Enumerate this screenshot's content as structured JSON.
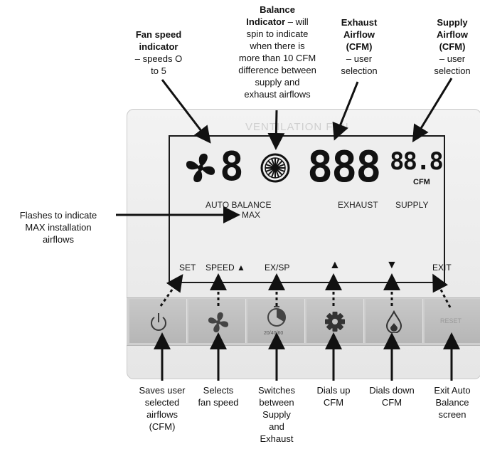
{
  "callouts": {
    "fan_speed": {
      "title_line1": "Fan speed",
      "title_line2": "indicator",
      "rest_line1": "– speeds O",
      "rest_line2": "to 5"
    },
    "balance": {
      "title_line1": "Balance",
      "title_line2": "Indicator",
      "rest_line2": " – will",
      "rest_line3": "spin to indicate",
      "rest_line4": "when there is",
      "rest_line5": "more than 10 CFM",
      "rest_line6": "difference between",
      "rest_line7": "supply and",
      "rest_line8": "exhaust airflows"
    },
    "exhaust": {
      "title_line1": "Exhaust",
      "title_line2": "Airflow",
      "title_line3": "(CFM)",
      "rest_line1": "– user",
      "rest_line2": "selection"
    },
    "supply": {
      "title_line1": "Supply",
      "title_line2": "Airflow",
      "title_line3": "(CFM)",
      "rest_line1": "– user",
      "rest_line2": "selection"
    },
    "max": {
      "line1": "Flashes to indicate",
      "line2": "MAX installation",
      "line3": "airflows"
    }
  },
  "device": {
    "panel_title": "VENTILATION FAN",
    "lcd": {
      "fan_digit": "8",
      "exhaust_digits": "888",
      "supply_digits": "88.8",
      "cfm_unit": "CFM",
      "auto_balance": "AUTO BALANCE",
      "max": "MAX",
      "exhaust_label": "EXHAUST",
      "supply_label": "SUPPLY"
    },
    "softkeys": [
      "SET",
      "SPEED ▲",
      "EX/SP",
      "▲",
      "▼",
      "EXIT"
    ],
    "buttons": {
      "timer_caption": "20/40/60",
      "reset_label": "RESET"
    }
  },
  "bottom_labels": {
    "save": {
      "line1": "Saves user",
      "line2": "selected",
      "line3": "airflows",
      "line4": "(CFM)"
    },
    "speed": {
      "line1": "Selects",
      "line2": "fan speed"
    },
    "switch": {
      "line1": "Switches",
      "line2": "between",
      "line3": "Supply",
      "line4": "and",
      "line5": "Exhaust"
    },
    "up": {
      "line1": "Dials up",
      "line2": "CFM"
    },
    "down": {
      "line1": "Dials down",
      "line2": "CFM"
    },
    "exit": {
      "line1": "Exit Auto",
      "line2": "Balance",
      "line3": "screen"
    }
  },
  "icons": {
    "fan": "fan-icon",
    "balance": "balance-wheel-icon",
    "power": "power-icon",
    "timer": "timer-icon",
    "gear": "gear-icon",
    "drop": "water-drop-icon"
  }
}
